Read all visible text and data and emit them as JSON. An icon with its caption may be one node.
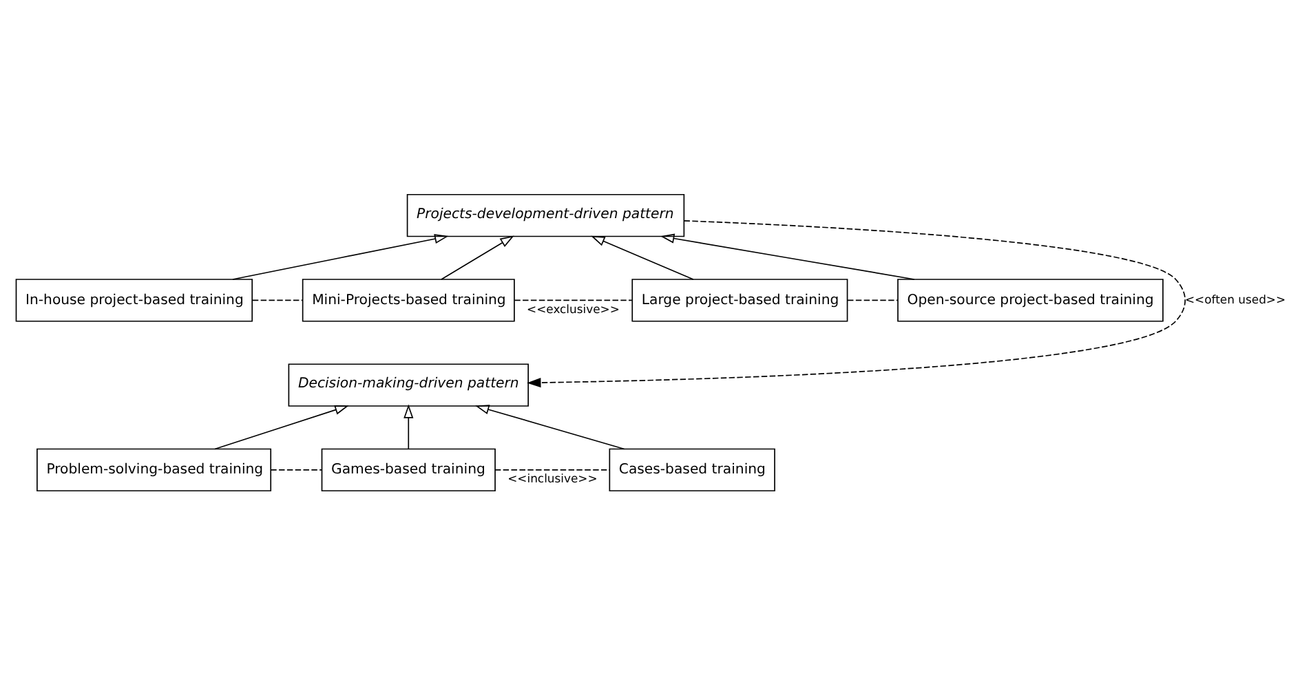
{
  "diagram": {
    "nodes": [
      {
        "text": [
          "Projects-development-driven pattern"
        ]
      },
      {
        "text": [
          "In-house project-based training"
        ]
      },
      {
        "text": [
          "Mini-Projects-based training"
        ]
      },
      {
        "text": [
          "Large project-based training"
        ]
      },
      {
        "text": [
          "Open-source project-based training"
        ]
      },
      {
        "text": [
          "Decision-making-driven pattern"
        ]
      },
      {
        "text": [
          "Problem-solving-based training"
        ]
      },
      {
        "text": [
          "Games-based training"
        ]
      },
      {
        "text": [
          "Cases-based training"
        ]
      }
    ],
    "edges": [
      {
        "from": 1,
        "to": 0,
        "arrow": "to"
      },
      {
        "from": 2,
        "to": 0,
        "arrow": "to"
      },
      {
        "from": 3,
        "to": 0,
        "arrow": "to"
      },
      {
        "from": 4,
        "to": 0,
        "arrow": "to"
      },
      {
        "from": 1,
        "to": 2,
        "arrow": "none",
        "style": "dashed"
      },
      {
        "from": 2,
        "to": 3,
        "arrow": "none",
        "style": "dashed",
        "label": "<<exclusive>>"
      },
      {
        "from": 3,
        "to": 4,
        "arrow": "none",
        "style": "dashed"
      },
      {
        "from": 0,
        "to": 5,
        "arrow": "to",
        "style": "dashed",
        "label": "<<often used>>"
      },
      {
        "from": 6,
        "to": 5,
        "arrow": "to"
      },
      {
        "from": 7,
        "to": 5,
        "arrow": "to"
      },
      {
        "from": 8,
        "to": 5,
        "arrow": "to"
      },
      {
        "from": 6,
        "to": 7,
        "arrow": "none",
        "style": "dashed"
      },
      {
        "from": 7,
        "to": 8,
        "arrow": "none",
        "style": "dashed",
        "label": "<<inclusive>>"
      }
    ]
  }
}
